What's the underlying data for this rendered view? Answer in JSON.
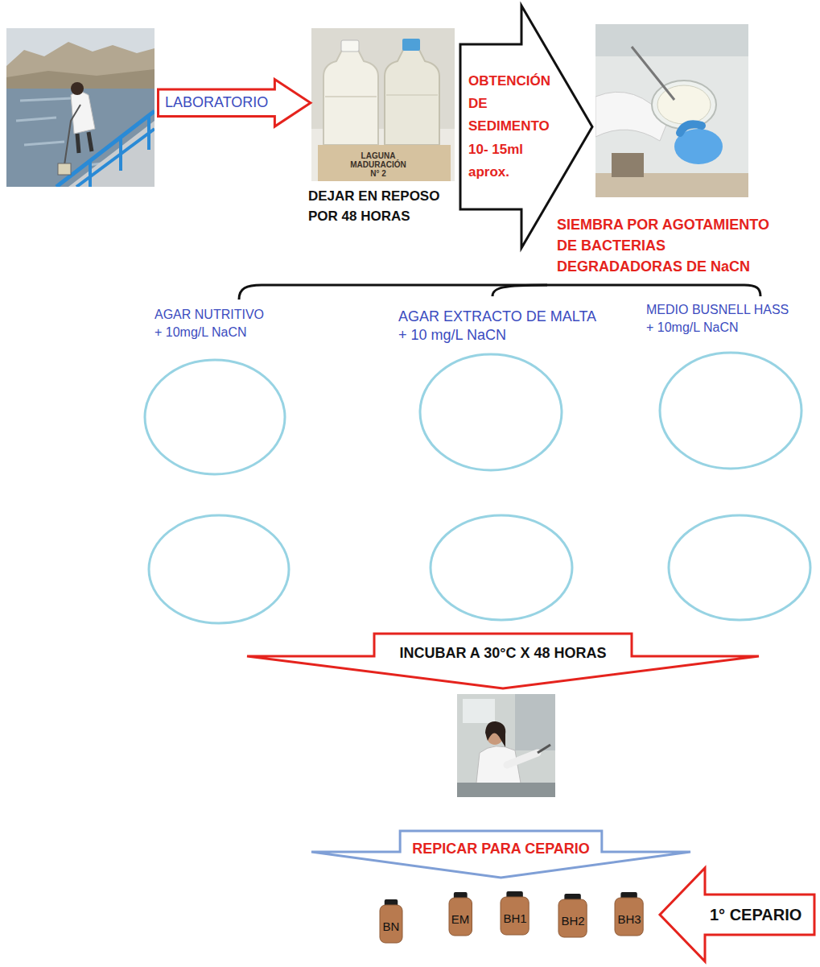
{
  "diagram": {
    "nodes": [
      {
        "text": [
          "LABORATORIO"
        ]
      },
      {
        "text": [
          "OBTENCIÓN DE SEDIMENTO 10- 15ml aprox."
        ]
      },
      {
        "text": [
          "INCUBAR A 30°C X 48 HORAS"
        ]
      },
      {
        "text": [
          "REPICAR PARA CEPARIO"
        ]
      },
      {
        "text": [
          "1° CEPARIO"
        ]
      },
      {
        "text": [
          "BN"
        ]
      },
      {
        "text": [
          "EM"
        ]
      },
      {
        "text": [
          "BH1"
        ]
      },
      {
        "text": [
          "BH2"
        ]
      },
      {
        "text": [
          "BH3"
        ]
      }
    ],
    "labels": [
      "LAGUNA MADURACIÓN N° 2",
      "DEJAR EN REPOSO POR 48 HORAS",
      "SIEMBRA POR AGOTAMIENTO DE BACTERIAS DEGRADADORAS DE NaCN",
      "AGAR NUTRITIVO + 10mg/L NaCN",
      "AGAR EXTRACTO DE MALTA + 10 mg/L NaCN",
      "MEDIO BUSNELL HASS + 10mg/L NaCN"
    ]
  }
}
